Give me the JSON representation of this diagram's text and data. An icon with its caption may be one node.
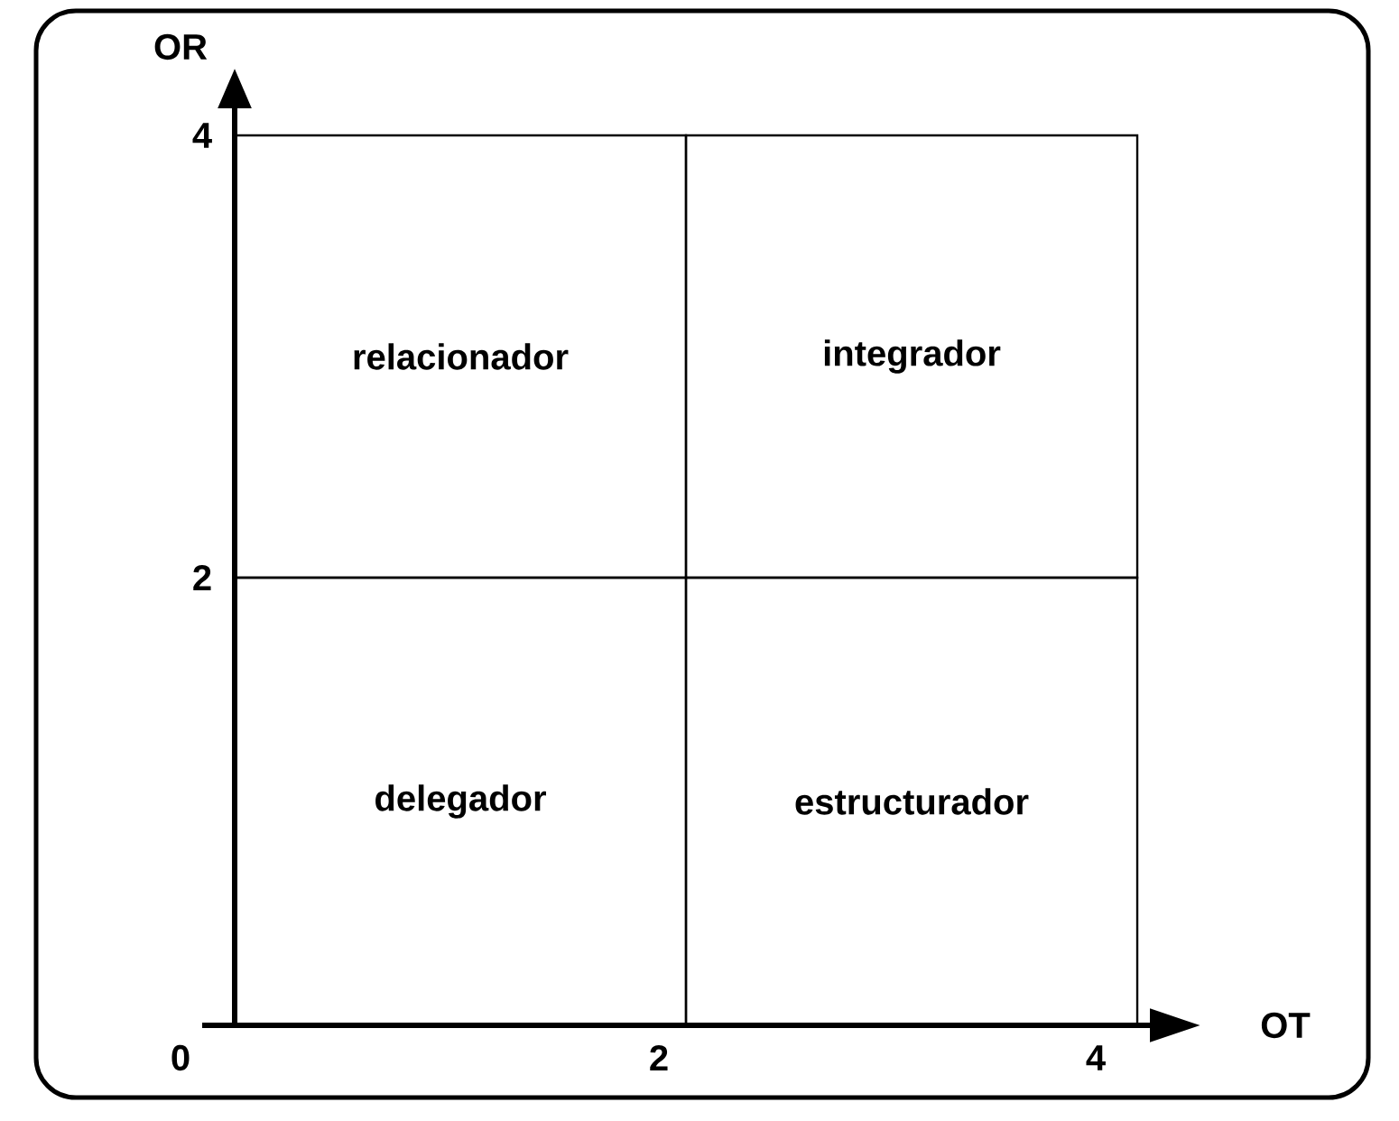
{
  "diagram": {
    "nodes": [
      {
        "text": [
          "relacionador"
        ]
      },
      {
        "text": [
          "integrador"
        ]
      },
      {
        "text": [
          "delegador"
        ]
      },
      {
        "text": [
          "estructurador"
        ]
      }
    ],
    "labels": [
      "OR",
      "4",
      "2",
      "0",
      "2",
      "4",
      "OT"
    ]
  }
}
